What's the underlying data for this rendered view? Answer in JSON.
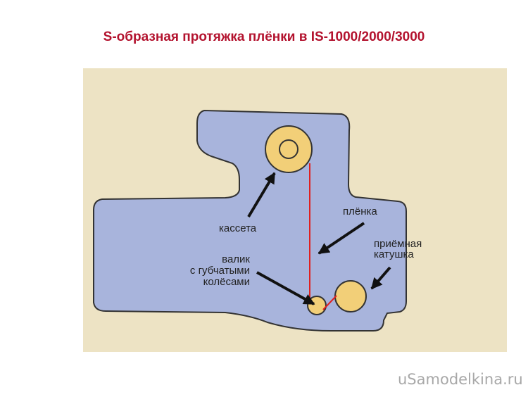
{
  "title": "S-образная протяжка плёнки в IS-1000/2000/3000",
  "labels": {
    "cassette": "кассета",
    "film": "плёнка",
    "takeup_1": "приёмная",
    "takeup_2": "катушка",
    "roller_1": "валик",
    "roller_2": "с губчатыми",
    "roller_3": "колёсами"
  },
  "watermark": "uSamodelkina.ru",
  "colors": {
    "title": "#b3122e",
    "panel": "#ede3c4",
    "body": "#a8b4dc",
    "spool": "#f2cf78",
    "film": "#e02020"
  }
}
